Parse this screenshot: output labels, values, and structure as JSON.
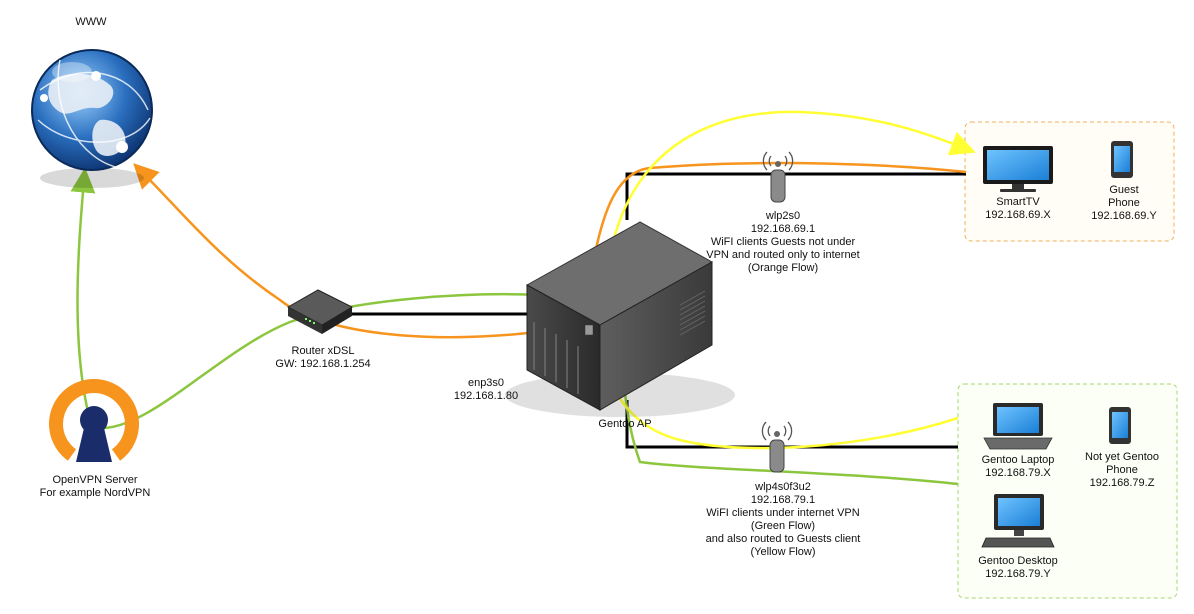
{
  "internet": {
    "label": "WWW"
  },
  "router": {
    "name": "Router xDSL",
    "gateway": "GW: 192.168.1.254"
  },
  "openvpn": {
    "line1": "OpenVPN Server",
    "line2": "For example NordVPN"
  },
  "gentoo_ap": {
    "label": "Gentoo AP",
    "wired_iface": "enp3s0",
    "wired_ip": "192.168.1.80"
  },
  "wlp2s0": {
    "name": "wlp2s0",
    "ip": "192.168.69.1",
    "desc1": "WiFI clients Guests not under",
    "desc2": "VPN and routed only to internet",
    "desc3": "(Orange Flow)"
  },
  "wlp4": {
    "name": "wlp4s0f3u2",
    "ip": "192.168.79.1",
    "desc1": "WiFI clients under internet VPN",
    "desc2": "(Green Flow)",
    "desc3": "and also routed to Guests client",
    "desc4": "(Yellow Flow)"
  },
  "guests": {
    "smarttv": {
      "name": "SmartTV",
      "ip": "192.168.69.X"
    },
    "phone": {
      "line1": "Guest",
      "line2": "Phone",
      "ip": "192.168.69.Y"
    }
  },
  "vpn_clients": {
    "laptop": {
      "name": "Gentoo Laptop",
      "ip": "192.168.79.X"
    },
    "phone": {
      "line1": "Not yet Gentoo",
      "line2": "Phone",
      "ip": "192.168.79.Z"
    },
    "desktop": {
      "name": "Gentoo Desktop",
      "ip": "192.168.79.Y"
    }
  },
  "colors": {
    "orange_flow": "#f7941d",
    "green_flow": "#8cc63f",
    "yellow_flow": "#ffff33",
    "guest_box_border": "#f0b05a",
    "vpn_box_border": "#a8d46f"
  }
}
